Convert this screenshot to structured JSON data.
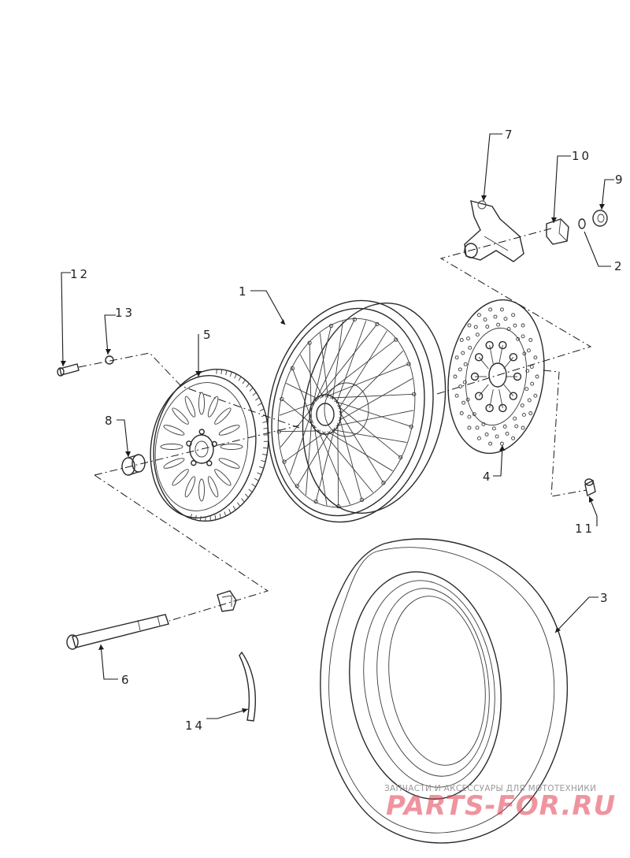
{
  "callouts": {
    "c1": "1",
    "c2": "2",
    "c3": "3",
    "c4": "4",
    "c5": "5",
    "c6": "6",
    "c7": "7",
    "c8": "8",
    "c9": "9",
    "c10": "10",
    "c11": "11",
    "c12": "12",
    "c13": "13",
    "c14": "14"
  },
  "watermark": {
    "tagline": "ЗАПЧАСТИ И АКСЕССУАРЫ ДЛЯ МОТОТЕХНИКИ",
    "brand": "PARTS-FOR.RU",
    "brand_color": "#e23c50"
  },
  "colors": {
    "line": "#2a2a2a",
    "background": "#ffffff"
  }
}
